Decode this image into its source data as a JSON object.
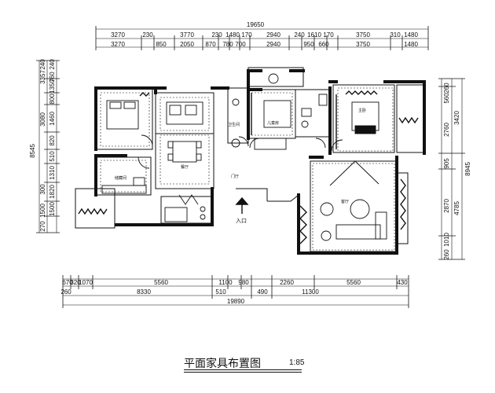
{
  "drawing": {
    "title": "平面家具布置图",
    "scale": "1:85",
    "entrance_label": "入口",
    "rooms": {
      "dining": "餐厅",
      "foyer": "门厅",
      "living": "客厅",
      "master_bed": "主卧",
      "kids_bed": "儿童房",
      "bath": "卫生间",
      "storage": "储藏间"
    },
    "dims_top_outer": {
      "total": "19650",
      "row1": [
        "3270",
        "230",
        "3770",
        "230",
        "1480",
        "170",
        "2940",
        "240",
        "1610",
        "170",
        "3750",
        "310",
        "1480"
      ],
      "row2": [
        "3270",
        "850",
        "2050",
        "870",
        "780",
        "700",
        "2940",
        "950",
        "660",
        "3750",
        "1480"
      ]
    },
    "dims_bottom": {
      "row1": [
        "670",
        "320",
        "1070",
        "5560",
        "1100",
        "980",
        "2260",
        "5560",
        "430"
      ],
      "row2": [
        "260",
        "8330",
        "510",
        "490",
        "11300"
      ],
      "total": "19890"
    },
    "dims_left": {
      "total": "8545",
      "row1": [
        "240",
        "3357",
        "240",
        "1350",
        "800",
        "3080",
        "1460",
        "820",
        "510",
        "1310",
        "300",
        "1820",
        "1500",
        "270"
      ],
      "row2": [
        "760",
        "1500"
      ]
    },
    "dims_right": {
      "total": "8945",
      "row1": [
        "260",
        "560",
        "2760",
        "905",
        "2870",
        "1010",
        "260"
      ],
      "row2": [
        "3420",
        "4785"
      ]
    }
  }
}
